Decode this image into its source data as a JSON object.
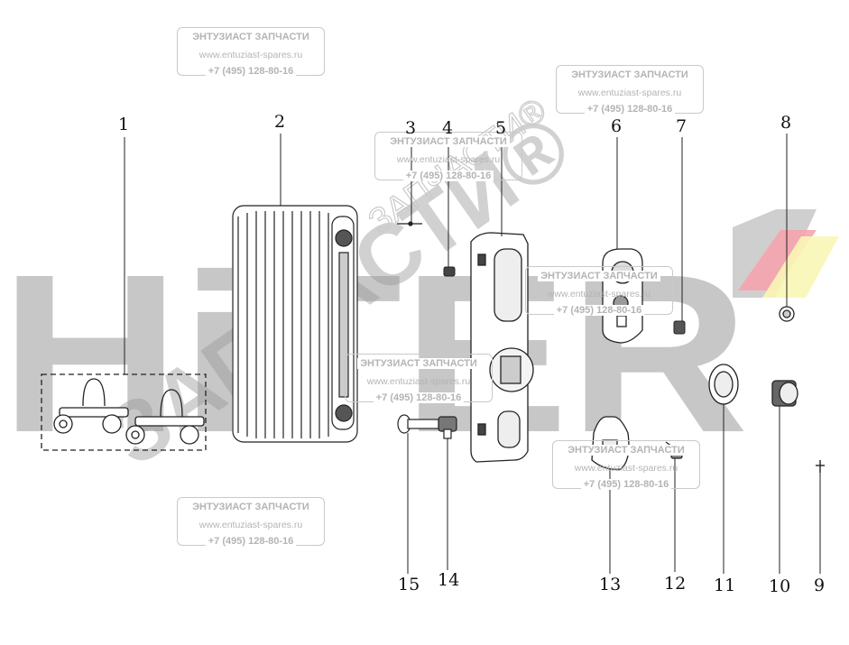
{
  "watermark": {
    "company": "ЭНТУЗИАСТ ЗАПЧАСТИ",
    "url": "www.entuziast-spares.ru",
    "phone": "+7 (495) 128-80-16",
    "logo_text": "HiTER",
    "diag_text": "ЗАПЧАСТИ®"
  },
  "labels": [
    "1",
    "2",
    "3",
    "4",
    "5",
    "6",
    "7",
    "8",
    "9",
    "10",
    "11",
    "12",
    "13",
    "14",
    "15"
  ],
  "colors": {
    "logo_gray": "#9a9a9a",
    "logo_red": "#ee5a6a",
    "logo_yellow": "#f6f07a",
    "line": "#222222"
  }
}
